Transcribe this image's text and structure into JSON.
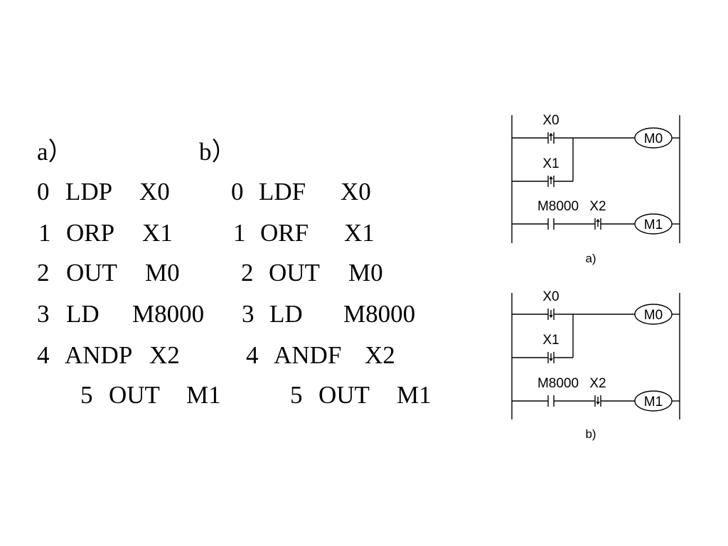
{
  "code": {
    "header_a": "a）",
    "header_b": "b）",
    "rows": [
      {
        "num_a": "0",
        "op_a": "LDP",
        "arg_a": "X0",
        "num_b": "0",
        "op_b": "LDF",
        "arg_b": "X0"
      },
      {
        "num_a": "1",
        "op_a": "ORP",
        "arg_a": "X1",
        "num_b": "1",
        "op_b": "ORF",
        "arg_b": "X1"
      },
      {
        "num_a": "2",
        "op_a": "OUT",
        "arg_a": "M0",
        "num_b": "2",
        "op_b": "OUT",
        "arg_b": "M0"
      },
      {
        "num_a": "3",
        "op_a": "LD",
        "arg_a": "M8000",
        "num_b": "3",
        "op_b": "LD",
        "arg_b": "M8000"
      },
      {
        "num_a": "4",
        "op_a": "ANDP",
        "arg_a": "X2",
        "num_b": "4",
        "op_b": "ANDF",
        "arg_b": "X2"
      },
      {
        "num_a": "5",
        "op_a": "OUT",
        "arg_a": "M1",
        "num_b": "5",
        "op_b": "OUT",
        "arg_b": "M1"
      }
    ]
  },
  "ladders": [
    {
      "caption": "a)",
      "edge": "rising",
      "contact_1": "X0",
      "contact_2": "X1",
      "contact_3": "M8000",
      "contact_4": "X2",
      "coil_1": "M0",
      "coil_2": "M1"
    },
    {
      "caption": "b)",
      "edge": "falling",
      "contact_1": "X0",
      "contact_2": "X1",
      "contact_3": "M8000",
      "contact_4": "X2",
      "coil_1": "M0",
      "coil_2": "M1"
    }
  ]
}
